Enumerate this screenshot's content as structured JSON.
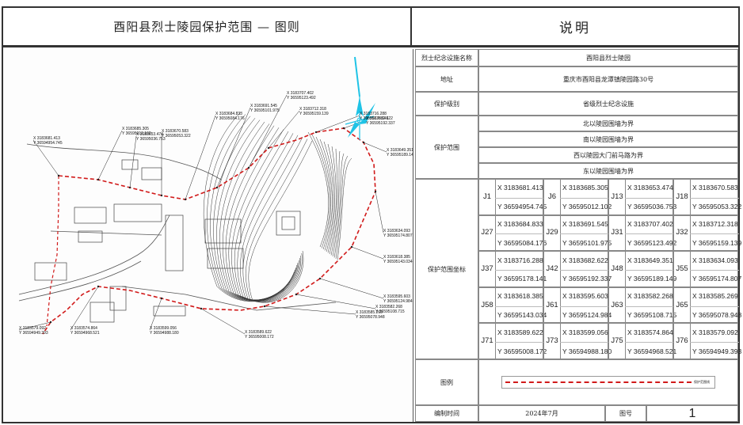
{
  "title": "酉阳县烈士陵园保护范围 — 图则",
  "explanation_title": "说明",
  "table": {
    "facility_name_label": "烈士纪念设施名称",
    "facility_name": "酉阳县烈士陵园",
    "address_label": "地址",
    "address": "重庆市酉阳县龙潭镇陵园路30号",
    "protection_level_label": "保护级别",
    "protection_level": "省级烈士纪念设施",
    "scope_label": "保护范围",
    "scope": [
      "北以陵园围墙为界",
      "南以陵园围墙为界",
      "西以陵园大门前马路为界",
      "东以陵园围墙为界"
    ],
    "coords_label": "保护范围坐标",
    "legend_label": "图例",
    "legend_text": "保护范围线",
    "date_label": "编制时间",
    "date": "2024年7月",
    "drawing_no_label": "图号",
    "drawing_no": "1"
  },
  "points": [
    {
      "name": "J1",
      "x": "X 3183681.413",
      "y": "Y 36594954.745"
    },
    {
      "name": "J6",
      "x": "X 3183685.305",
      "y": "Y 36595012.102"
    },
    {
      "name": "J13",
      "x": "X 3183653.474",
      "y": "Y 36595036.753"
    },
    {
      "name": "J18",
      "x": "X 3183670.583",
      "y": "Y 36595053.322"
    },
    {
      "name": "J27",
      "x": "X 3183684.833",
      "y": "Y 36595084.176"
    },
    {
      "name": "J29",
      "x": "X 3183691.545",
      "y": "Y 36595101.975"
    },
    {
      "name": "J31",
      "x": "X 3183707.402",
      "y": "Y 36595123.492"
    },
    {
      "name": "J32",
      "x": "X 3183712.318",
      "y": "Y 36595159.139"
    },
    {
      "name": "J37",
      "x": "X 3183716.288",
      "y": "Y 36595178.141"
    },
    {
      "name": "J42",
      "x": "X 3183682.622",
      "y": "Y 36595192.337"
    },
    {
      "name": "J48",
      "x": "X 3183649.351",
      "y": "Y 36595189.149"
    },
    {
      "name": "J55",
      "x": "X 3183634.093",
      "y": "Y 36595174.807"
    },
    {
      "name": "J58",
      "x": "X 3183618.385",
      "y": "Y 36595143.034"
    },
    {
      "name": "J61",
      "x": "X 3183595.603",
      "y": "Y 36595124.984"
    },
    {
      "name": "J63",
      "x": "X 3183582.268",
      "y": "Y 36595108.715"
    },
    {
      "name": "J65",
      "x": "X 3183585.269",
      "y": "Y 36595078.948"
    },
    {
      "name": "J71",
      "x": "X 3183589.622",
      "y": "Y 36595008.172"
    },
    {
      "name": "J73",
      "x": "X 3183599.056",
      "y": "Y 36594988.180"
    },
    {
      "name": "J75",
      "x": "X 3183574.864",
      "y": "Y 36594968.521"
    },
    {
      "name": "J76",
      "x": "X 3183579.092",
      "y": "Y 36594949.393"
    }
  ],
  "map": {
    "north_arrow": "north-arrow-icon",
    "boundary_color": "#d11a1a",
    "contour_color": "#333333",
    "water_color": "#1fc3e6"
  }
}
